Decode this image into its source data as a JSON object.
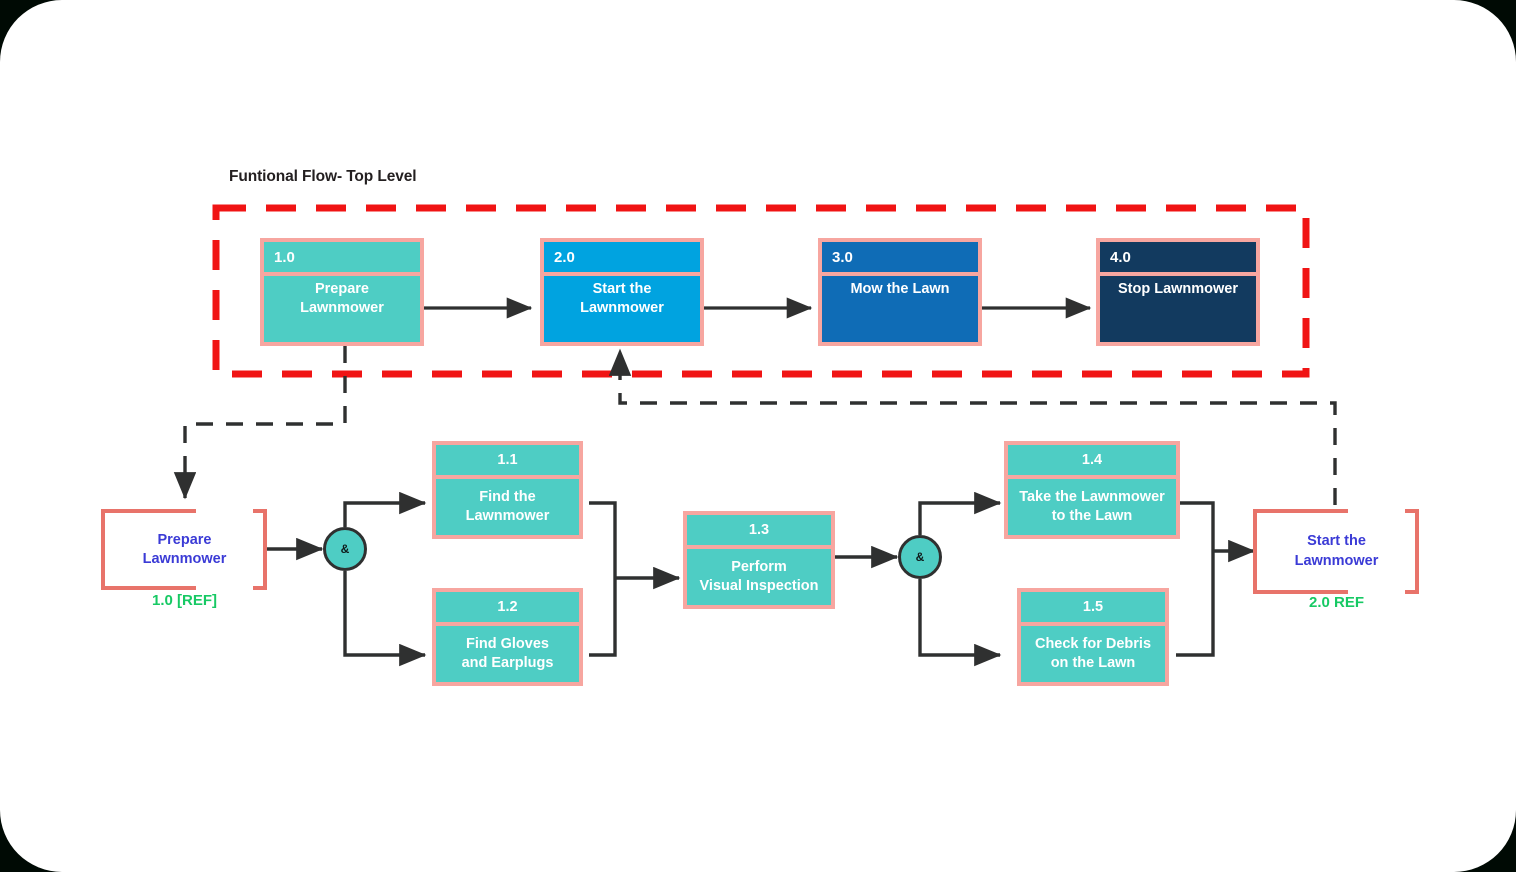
{
  "diagram": {
    "title": "Funtional Flow- Top Level",
    "colors": {
      "box_border": "#f7a6a0",
      "teal": "#4ecdc4",
      "cyan": "#00a3e0",
      "blue": "#0f6cb6",
      "navy": "#123a5f",
      "boundary_red": "#f01414",
      "ref_outline": "#e8736a",
      "ref_text": "#3b3bd6",
      "ref_caption": "#17c964",
      "connector": "#2f3030"
    },
    "top_level": {
      "boundary_label": "Funtional Flow- Top Level",
      "functions": [
        {
          "id": "1.0",
          "name": "Prepare\nLawnmower",
          "line1": "Prepare",
          "line2": "Lawnmower",
          "fill": "#4ecdc4"
        },
        {
          "id": "2.0",
          "name": "Start the\nLawnmower",
          "line1": "Start the",
          "line2": "Lawnmower",
          "fill": "#00a3e0"
        },
        {
          "id": "3.0",
          "name": "Mow the Lawn",
          "line1": "Mow the Lawn",
          "line2": "",
          "fill": "#0f6cb6"
        },
        {
          "id": "4.0",
          "name": "Stop Lawnmower",
          "line1": "Stop Lawnmower",
          "line2": "",
          "fill": "#123a5f"
        }
      ]
    },
    "sub_level": {
      "entry_ref": {
        "label_line1": "Prepare",
        "label_line2": "Lawnmower",
        "caption": "1.0 [REF]"
      },
      "exit_ref": {
        "label_line1": "Start the",
        "label_line2": "Lawnmower",
        "caption": "2.0 REF"
      },
      "gates": [
        {
          "name": "and-gate-left",
          "symbol": "&"
        },
        {
          "name": "and-gate-right",
          "symbol": "&"
        }
      ],
      "functions": [
        {
          "id": "1.1",
          "line1": "Find the",
          "line2": "Lawnmower",
          "fill": "#4ecdc4"
        },
        {
          "id": "1.2",
          "line1": "Find Gloves",
          "line2": "and Earplugs",
          "fill": "#4ecdc4"
        },
        {
          "id": "1.3",
          "line1": "Perform",
          "line2": "Visual Inspection",
          "fill": "#4ecdc4"
        },
        {
          "id": "1.4",
          "line1": "Take the Lawnmower",
          "line2": "to the Lawn",
          "fill": "#4ecdc4"
        },
        {
          "id": "1.5",
          "line1": "Check for Debris",
          "line2": "on the Lawn",
          "fill": "#4ecdc4"
        }
      ]
    }
  }
}
